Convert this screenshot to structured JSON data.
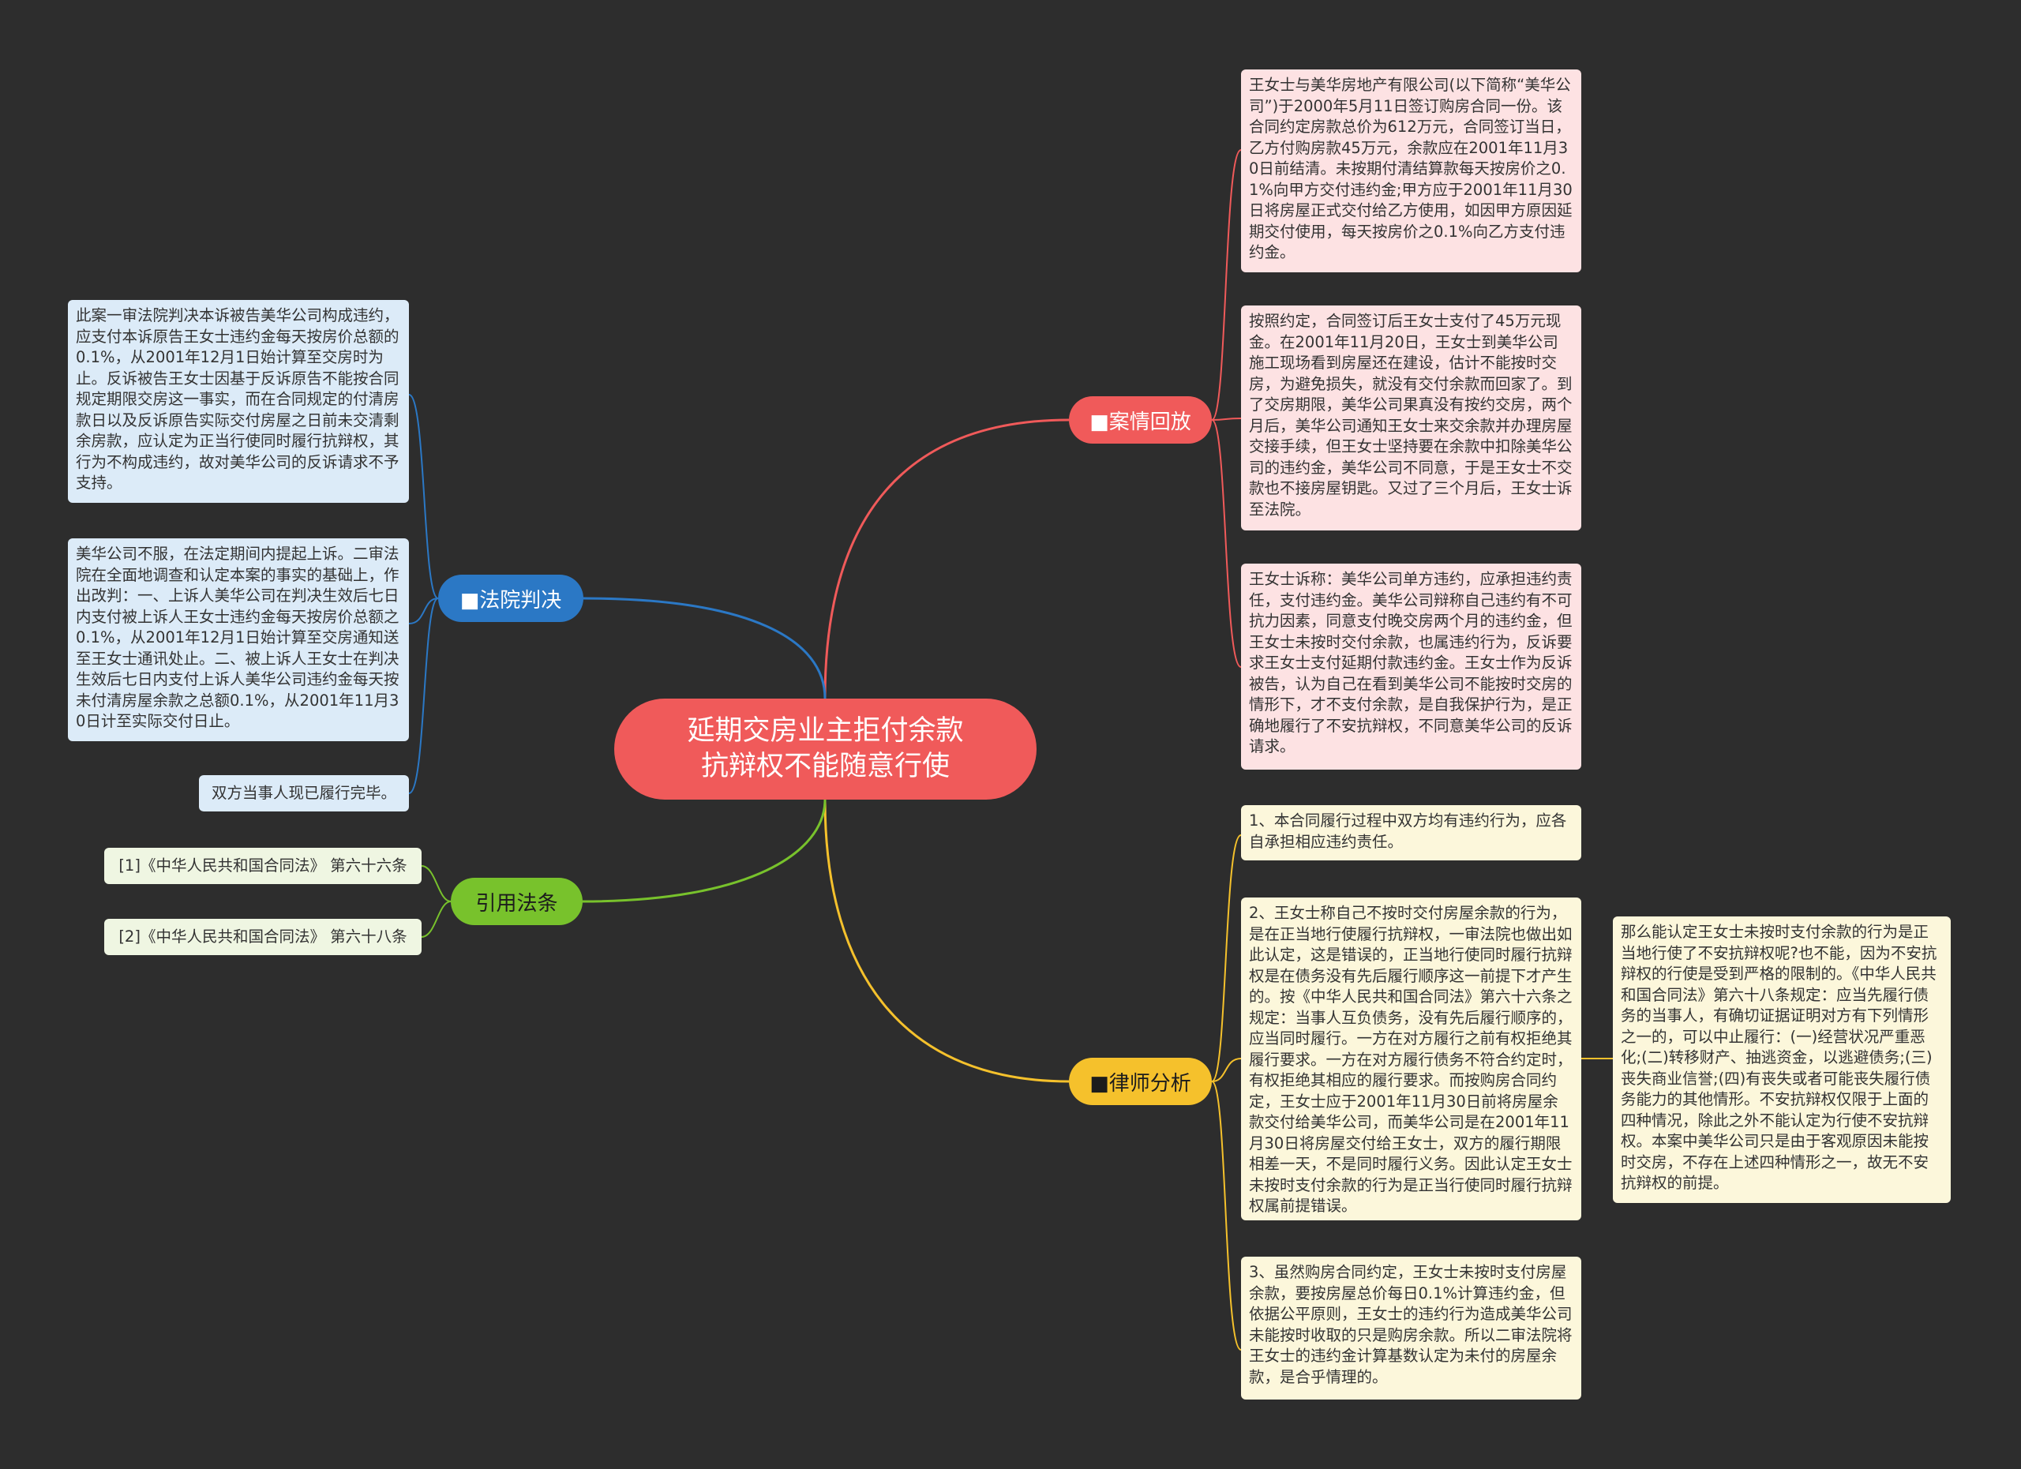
{
  "central_topic": "延期交房业主拒付余款\n抗辩权不能随意行使",
  "branches": {
    "case_review": {
      "label": "■案情回放",
      "color": "#f05a5a",
      "items": [
        "王女士与美华房地产有限公司(以下简称“美华公司”)于2000年5月11日签订购房合同一份。该合同约定房款总价为612万元，合同签订当日，乙方付购房款45万元，余款应在2001年11月30日前结清。未按期付清结算款每天按房价之0.1%向甲方交付违约金;甲方应于2001年11月30日将房屋正式交付给乙方使用，如因甲方原因延期交付使用，每天按房价之0.1%向乙方支付违约金。",
        "按照约定，合同签订后王女士支付了45万元现金。在2001年11月20日，王女士到美华公司施工现场看到房屋还在建设，估计不能按时交房，为避免损失，就没有交付余款而回家了。到了交房期限，美华公司果真没有按约交房，两个月后，美华公司通知王女士来交余款并办理房屋交接手续，但王女士坚持要在余款中扣除美华公司的违约金，美华公司不同意，于是王女士不交款也不接房屋钥匙。又过了三个月后，王女士诉至法院。",
        "王女士诉称：美华公司单方违约，应承担违约责任，支付违约金。美华公司辩称自己违约有不可抗力因素，同意支付晚交房两个月的违约金，但王女士未按时交付余款，也属违约行为，反诉要求王女士支付延期付款违约金。王女士作为反诉被告，认为自己在看到美华公司不能按时交房的情形下，才不支付余款，是自我保护行为，是正确地履行了不安抗辩权，不同意美华公司的反诉请求。"
      ]
    },
    "court_judgment": {
      "label": "■法院判决",
      "color": "#2b78c5",
      "items": [
        "此案一审法院判决本诉被告美华公司构成违约，应支付本诉原告王女士违约金每天按房价总额的0.1%，从2001年12月1日始计算至交房时为止。反诉被告王女士因基于反诉原告不能按合同规定期限交房这一事实，而在合同规定的付清房款日以及反诉原告实际交付房屋之日前未交清剩余房款，应认定为正当行使同时履行抗辩权，其行为不构成违约，故对美华公司的反诉请求不予支持。",
        "美华公司不服，在法定期间内提起上诉。二审法院在全面地调查和认定本案的事实的基础上，作出改判：一、上诉人美华公司在判决生效后七日内支付被上诉人王女士违约金每天按房价总额之0.1%，从2001年12月1日始计算至交房通知送至王女士通讯处止。二、被上诉人王女士在判决生效后七日内支付上诉人美华公司违约金每天按未付清房屋余款之总额0.1%，从2001年11月30日计至实际交付日止。",
        "双方当事人现已履行完毕。"
      ]
    },
    "cited_law": {
      "label": "引用法条",
      "color": "#78c22c",
      "items": [
        "[1]《中华人民共和国合同法》 第六十六条",
        "[2]《中华人民共和国合同法》 第六十八条"
      ]
    },
    "lawyer_analysis": {
      "label": "■律师分析",
      "color": "#f5c12c",
      "items": [
        "1、本合同履行过程中双方均有违约行为，应各自承担相应违约责任。",
        "2、王女士称自己不按时交付房屋余款的行为，是在正当地行使履行抗辩权，一审法院也做出如此认定，这是错误的，正当地行使同时履行抗辩权是在债务没有先后履行顺序这一前提下才产生的。按《中华人民共和国合同法》第六十六条之规定：当事人互负债务，没有先后履行顺序的，应当同时履行。一方在对方履行之前有权拒绝其履行要求。一方在对方履行债务不符合约定时，有权拒绝其相应的履行要求。而按购房合同约定，王女士应于2001年11月30日前将房屋余款交付给美华公司，而美华公司是在2001年11月30日将房屋交付给王女士，双方的履行期限相差一天，不是同时履行义务。因此认定王女士未按时支付余款的行为是正当行使同时履行抗辩权属前提错误。",
        "3、虽然购房合同约定，王女士未按时支付房屋余款，要按房屋总价每日0.1%计算违约金，但依据公平原则，王女士的违约行为造成美华公司未能按时收取的只是购房余款。所以二审法院将王女士的违约金计算基数认定为未付的房屋余款，是合乎情理的。"
      ],
      "sub_items": [
        "那么能认定王女士未按时支付余款的行为是正当地行使了不安抗辩权呢?也不能，因为不安抗辩权的行使是受到严格的限制的。《中华人民共和国合同法》第六十八条规定：应当先履行债务的当事人，有确切证据证明对方有下列情形之一的，可以中止履行：(一)经营状况严重恶化;(二)转移财产、抽逃资金，以逃避债务;(三)丧失商业信誉;(四)有丧失或者可能丧失履行债务能力的其他情形。不安抗辩权仅限于上面的四种情况，除此之外不能认定为行使不安抗辩权。本案中美华公司只是由于客观原因未能按时交房，不存在上述四种情形之一，故无不安抗辩权的前提。"
      ]
    }
  }
}
